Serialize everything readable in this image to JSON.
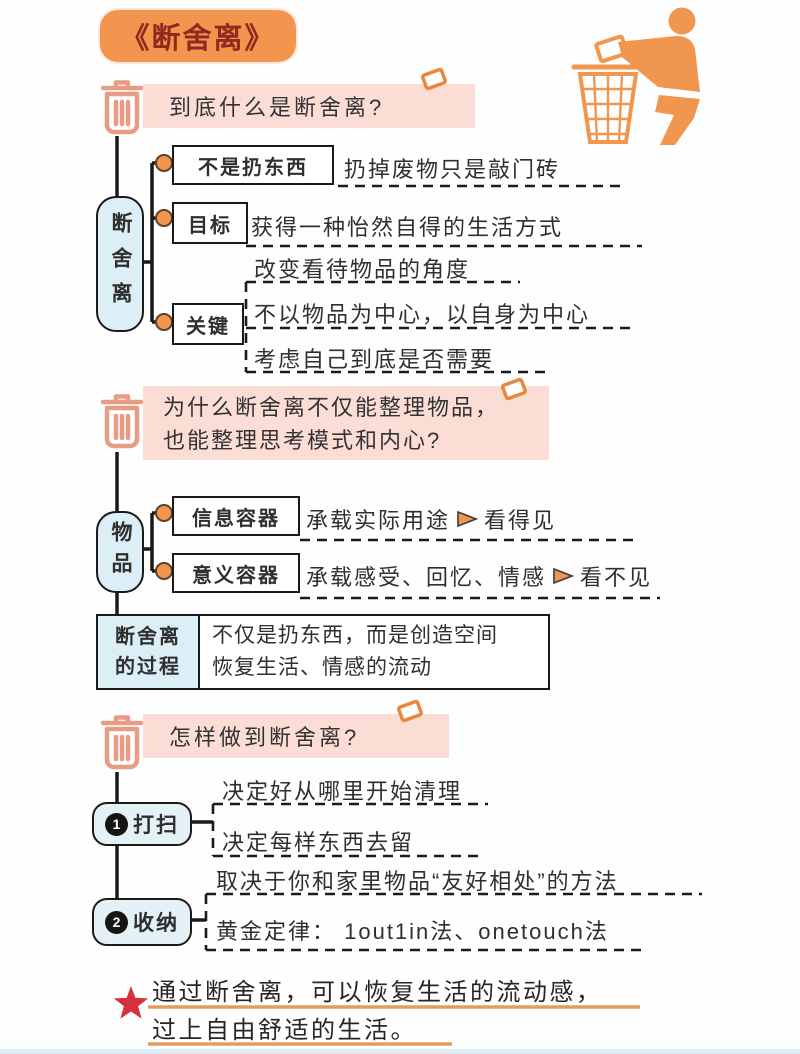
{
  "page": {
    "title": "《断舍离》"
  },
  "colors": {
    "accent_orange": "#f2954e",
    "title_text": "#8f2b1e",
    "banner_pink": "#fbddd5",
    "icon_salmon": "#e89b85",
    "node_blue": "#dceef6",
    "star_red": "#d6303c",
    "underline_orange": "#df9d62",
    "ink": "#1a1a1a"
  },
  "section1": {
    "heading": "到底什么是断舍离?",
    "root_label": "断舍离",
    "branches": [
      {
        "label": "不是扔东西",
        "text": "扔掉废物只是敲门砖"
      },
      {
        "label": "目标",
        "text": "获得一种怡然自得的生活方式"
      },
      {
        "label": "关键",
        "items": [
          "改变看待物品的角度",
          "不以物品为中心，以自身为中心",
          "考虑自己到底是否需要"
        ]
      }
    ]
  },
  "section2": {
    "heading_line1": "为什么断舍离不仅能整理物品，",
    "heading_line2": "也能整理思考模式和内心?",
    "root_label": "物品",
    "branches": [
      {
        "label": "信息容器",
        "text": "承载实际用途",
        "result": "看得见"
      },
      {
        "label": "意义容器",
        "text": "承载感受、回忆、情感",
        "result": "看不见"
      }
    ],
    "process": {
      "label_line1": "断舍离",
      "label_line2": "的过程",
      "text_line1": "不仅是扔东西，而是创造空间",
      "text_line2": "恢复生活、情感的流动"
    }
  },
  "section3": {
    "heading": "怎样做到断舍离?",
    "steps": [
      {
        "num": "1",
        "label": "打扫",
        "items": [
          "决定好从哪里开始清理",
          "决定每样东西去留"
        ]
      },
      {
        "num": "2",
        "label": "收纳",
        "items": [
          "取决于你和家里物品“友好相处”的方法",
          "黄金定律： 1out1in法、onetouch法"
        ]
      }
    ]
  },
  "conclusion": {
    "line1": "通过断舍离，可以恢复生活的流动感，",
    "line2": "过上自由舒适的生活。"
  }
}
